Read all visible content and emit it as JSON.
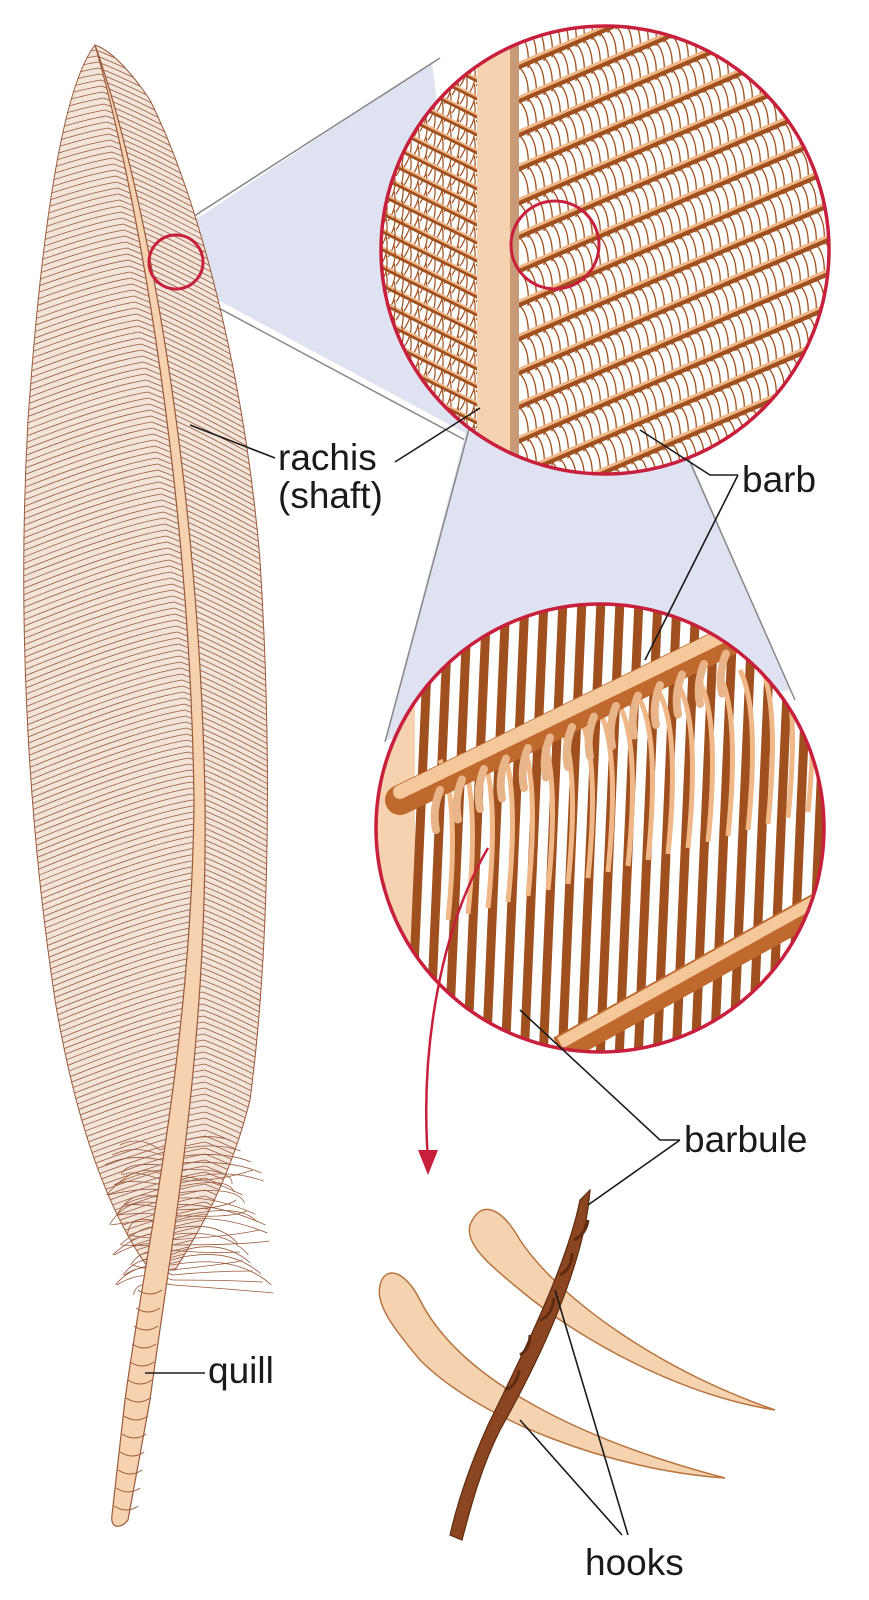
{
  "labels": {
    "rachis": "rachis",
    "shaft": "(shaft)",
    "barb": "barb",
    "barbule": "barbule",
    "quill": "quill",
    "hooks": "hooks"
  },
  "colors": {
    "vane": "#9a5a3a",
    "shaft": "#f6d2b0",
    "barb_dark": "#a0501e",
    "barb_light": "#f0b888",
    "magnifier_ring": "#c8203c",
    "zoom_cone": "#dfe3f1",
    "arrow": "#c8203c"
  }
}
